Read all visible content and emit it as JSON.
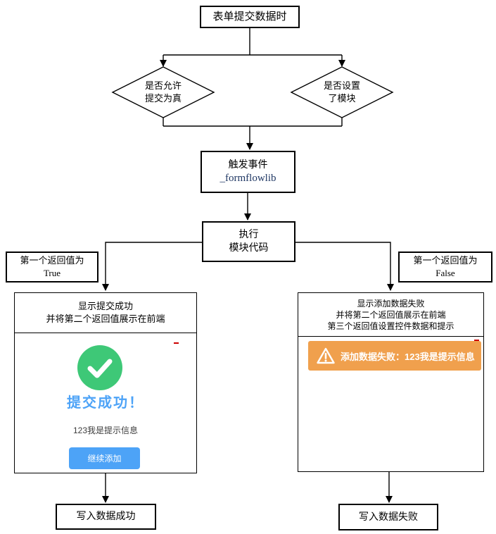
{
  "diagram_title": "表单提交数据时",
  "colors": {
    "accent_green": "#3ec877",
    "accent_blue": "#4da3f7",
    "accent_orange": "#f0a04d",
    "link_navy": "#203864",
    "line_black": "#000000",
    "artifact_red": "#cc0000"
  },
  "nodes": {
    "start": {
      "label": "表单提交数据时"
    },
    "decision_left": {
      "line1": "是否允许",
      "line2": "提交为真"
    },
    "decision_right": {
      "line1": "是否设置",
      "line2": "了模块"
    },
    "trigger": {
      "line1": "触发事件",
      "line2": "_formflowlib"
    },
    "execute": {
      "line1": "执行",
      "line2": "模块代码"
    },
    "label_true": {
      "line1": "第一个返回值为",
      "line2": "True"
    },
    "label_false": {
      "line1": "第一个返回值为",
      "line2": "False"
    },
    "success_panel": {
      "header_line1": "显示提交成功",
      "header_line2": "并将第二个返回值展示在前端",
      "success_title": "提交成功！",
      "message": "123我是提示信息",
      "button_label": "继续添加"
    },
    "fail_panel": {
      "header_line1": "显示添加数据失败",
      "header_line2": "并将第二个返回值展示在前端",
      "header_line3": "第三个返回值设置控件数据和提示",
      "alert_text": "添加数据失败：123我是提示信息"
    },
    "end_success": {
      "label": "写入数据成功"
    },
    "end_fail": {
      "label": "写入数据失败"
    }
  }
}
